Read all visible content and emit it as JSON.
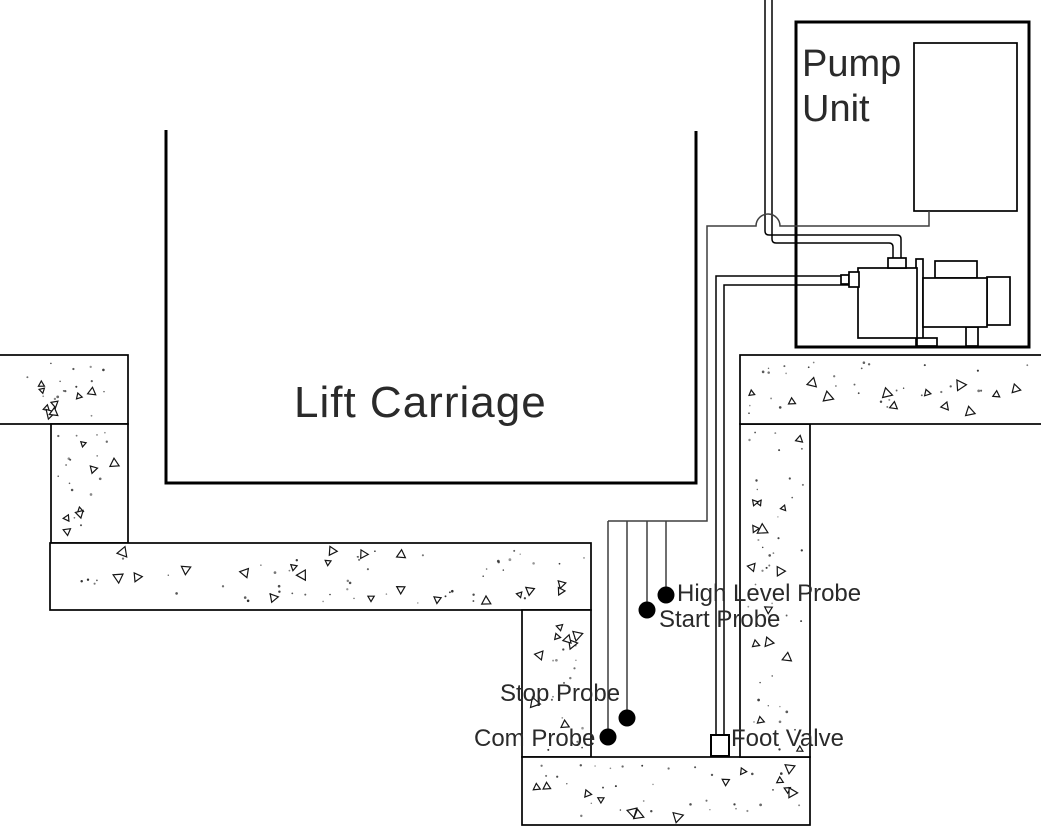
{
  "diagram": {
    "labels": {
      "pump_unit": "Pump Unit",
      "lift_carriage": "Lift Carriage",
      "high_level_probe": "High Level Probe",
      "start_probe": "Start Probe",
      "stop_probe": "Stop Probe",
      "com_probe": "Com Probe",
      "foot_valve": "Foot Valve"
    },
    "colors": {
      "line": "#000000",
      "wire": "#3f3f3f",
      "text": "#2a2a2a",
      "background": "#ffffff"
    }
  }
}
